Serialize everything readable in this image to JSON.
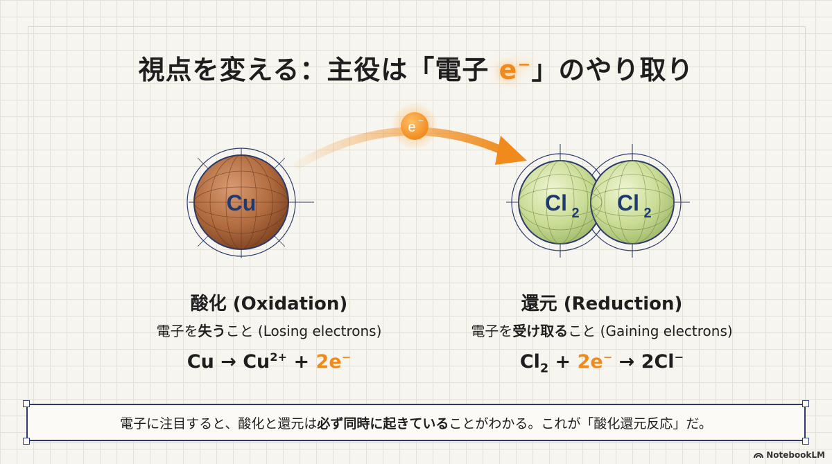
{
  "title": {
    "prefix": "視点を変える：主役は「電子 ",
    "e": "e",
    "e_sup": "−",
    "suffix": "」のやり取り"
  },
  "arrow_electron": {
    "label": "e",
    "sup": "−"
  },
  "atoms": {
    "left": {
      "label": "Cu",
      "color": "#b06a3e"
    },
    "right": {
      "label_a": "Cl",
      "sub_a": "2",
      "label_b": "Cl",
      "sub_b": "2",
      "color": "#c9dc95"
    }
  },
  "oxidation": {
    "heading": "酸化 (Oxidation)",
    "desc_pre": "電子を",
    "desc_bold": "失う",
    "desc_post": "こと (Losing electrons)",
    "eq": {
      "lhs": "Cu → Cu",
      "lhs_sup": "2+",
      "plus": " + ",
      "orange": "2e",
      "orange_sup": "−"
    }
  },
  "reduction": {
    "heading": "還元 (Reduction)",
    "desc_pre": "電子を",
    "desc_bold": "受け取る",
    "desc_post": "こと (Gaining electrons)",
    "eq": {
      "a": "Cl",
      "a_sub": "2",
      "plus": " + ",
      "orange": "2e",
      "orange_sup": "−",
      "rhs": " → 2Cl",
      "rhs_sup": "−"
    }
  },
  "summary": {
    "pre": "電子に注目すると、酸化と還元は",
    "bold": "必ず同時に起きている",
    "post": "ことがわかる。これが「酸化還元反応」だ。"
  },
  "badge": "NotebookLM",
  "colors": {
    "accent": "#f08a1c",
    "navy": "#2b3a6b"
  }
}
